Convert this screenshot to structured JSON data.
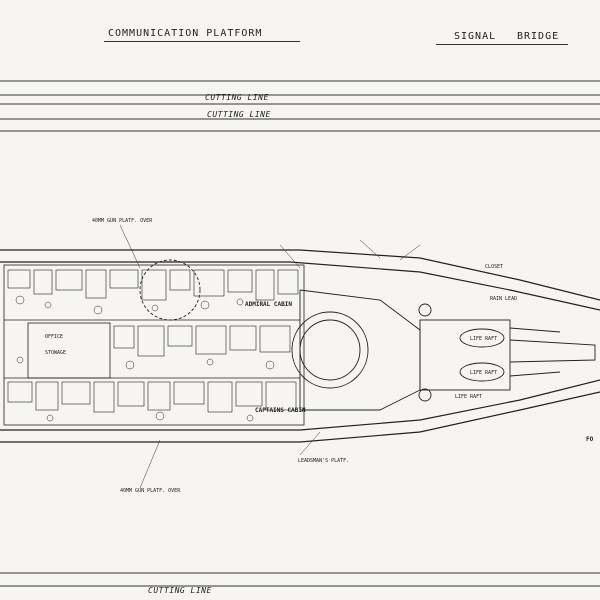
{
  "header": {
    "title": "COMMUNICATION PLATFORM",
    "signal": "SIGNAL",
    "bridge": "BRIDGE"
  },
  "cutting_lines": [
    "CUTTING LINE",
    "CUTTING LINE",
    "CUTTING LINE"
  ],
  "labels": {
    "admiral_cabin": "ADMIRAL CABIN",
    "captains_cabin": "CAPTAINS CABIN",
    "office": "OFFICE",
    "stowage": "STOWAGE",
    "gun_platform_over_top": "40MM GUN PLATF. OVER",
    "gun_platform_over_bottom": "40MM GUN PLATF. OVER",
    "closet": "CLOSET",
    "rain_lead": "RAIN LEAD",
    "life_raft_1": "LIFE RAFT",
    "life_raft_2": "LIFE RAFT",
    "life_raft_3": "LIFE RAFT",
    "leadsmans_platf": "LEADSMAN'S PLATF.",
    "fo": "FO"
  }
}
